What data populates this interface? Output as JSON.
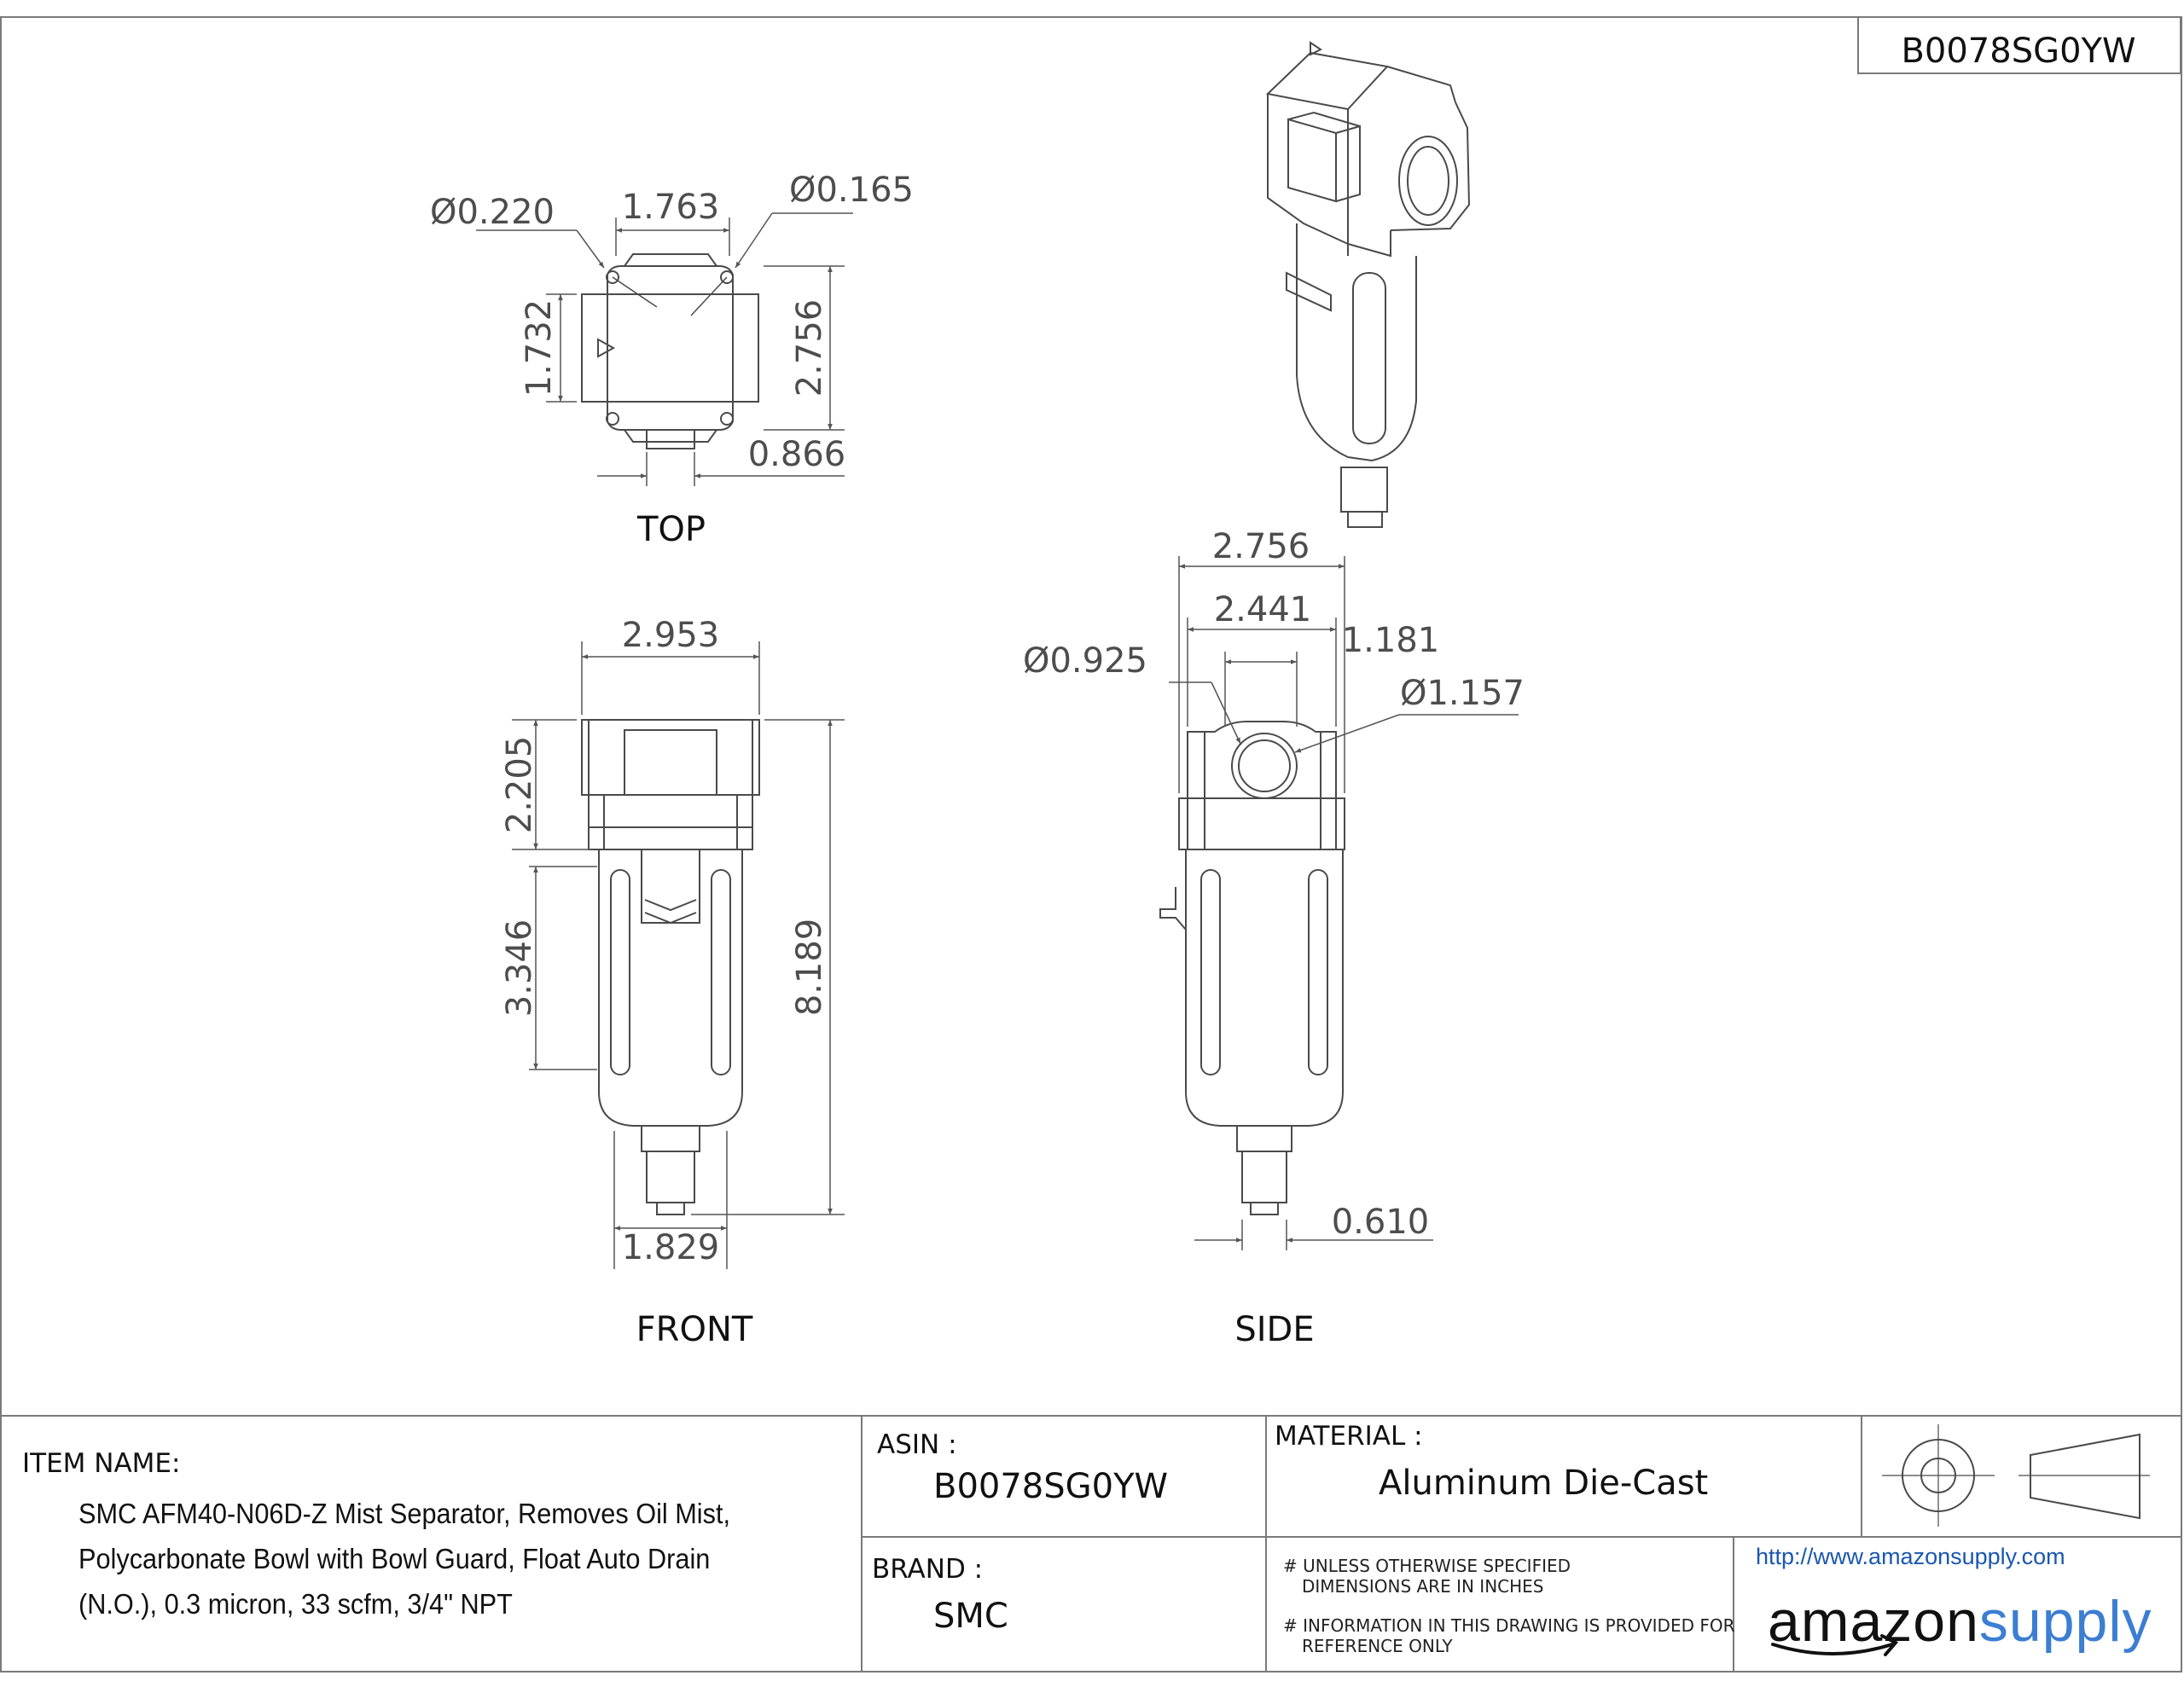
{
  "header": {
    "asin_code": "B0078SG0YW"
  },
  "views": {
    "top": "TOP",
    "front": "FRONT",
    "side": "SIDE"
  },
  "dimensions": {
    "top_hole_large": "Ø0.220",
    "top_width": "1.763",
    "top_hole_small": "Ø0.165",
    "top_inner_height": "1.732",
    "top_height": "2.756",
    "top_port": "0.866",
    "front_width": "2.953",
    "front_body_height": "2.205",
    "front_bowl_window": "3.346",
    "front_total_height": "8.189",
    "front_drain_width": "1.829",
    "side_width": "2.756",
    "side_inner_width": "2.441",
    "side_port_offset": "1.181",
    "side_port_inner": "Ø0.925",
    "side_port_outer": "Ø1.157",
    "side_drain_width": "0.610"
  },
  "title_block": {
    "item_name_label": "ITEM NAME:",
    "item_name_lines": [
      "SMC AFM40-N06D-Z Mist Separator, Removes Oil Mist,",
      "Polycarbonate Bowl with Bowl Guard, Float Auto Drain",
      "(N.O.), 0.3 micron, 33 scfm, 3/4\" NPT"
    ],
    "asin_label": "ASIN :",
    "asin_value": "B0078SG0YW",
    "brand_label": "BRAND :",
    "brand_value": "SMC",
    "material_label": "MATERIAL :",
    "material_value": "Aluminum Die-Cast",
    "note_units_lines": [
      "# UNLESS OTHERWISE SPECIFIED",
      "DIMENSIONS ARE IN INCHES"
    ],
    "note_reference_lines": [
      "# INFORMATION IN THIS DRAWING IS PROVIDED FOR",
      "REFERENCE ONLY"
    ],
    "url": "http://www.amazonsupply.com",
    "logo_part1": "amazon",
    "logo_part2": "supply"
  },
  "colors": {
    "line": "#4a4a4a",
    "frame": "#7a7a7a",
    "logo_accent": "#3b7ed2",
    "link": "#1a57b0"
  },
  "icons": {
    "projection_symbol": "third-angle-projection-icon",
    "logo_smile": "amazon-smile-icon"
  }
}
